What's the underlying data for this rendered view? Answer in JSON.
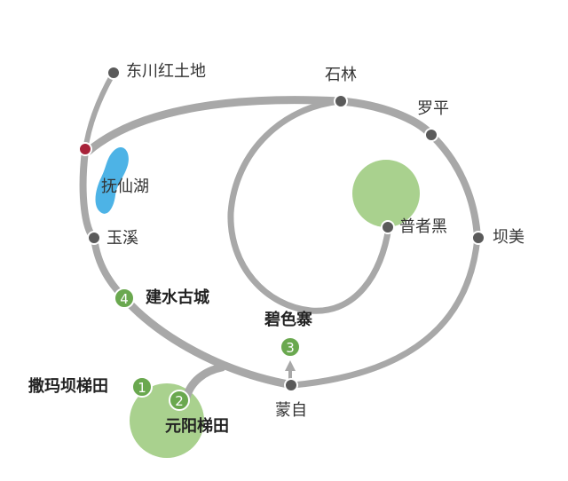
{
  "colors": {
    "route": "#a8a8a8",
    "stop": "#5a5a5a",
    "start_stop": "#a8233a",
    "lake": "#4db3e6",
    "highlight_area": "#a9d18e",
    "badge": "#6aa84f",
    "background": "#ffffff"
  },
  "stops": [
    {
      "id": "dongchuan",
      "label": "东川红土地"
    },
    {
      "id": "shilin",
      "label": "石林"
    },
    {
      "id": "luoping",
      "label": "罗平"
    },
    {
      "id": "puzhehei",
      "label": "普者黑"
    },
    {
      "id": "bamei",
      "label": "坝美"
    },
    {
      "id": "yuxi",
      "label": "玉溪"
    },
    {
      "id": "mengzi",
      "label": "蒙自"
    }
  ],
  "lake": {
    "label": "抚仙湖"
  },
  "highlights": [
    {
      "number": "1",
      "label": "撒玛坝梯田"
    },
    {
      "number": "2",
      "label": "元阳梯田"
    },
    {
      "number": "3",
      "label": "碧色寨"
    },
    {
      "number": "4",
      "label": "建水古城"
    }
  ]
}
